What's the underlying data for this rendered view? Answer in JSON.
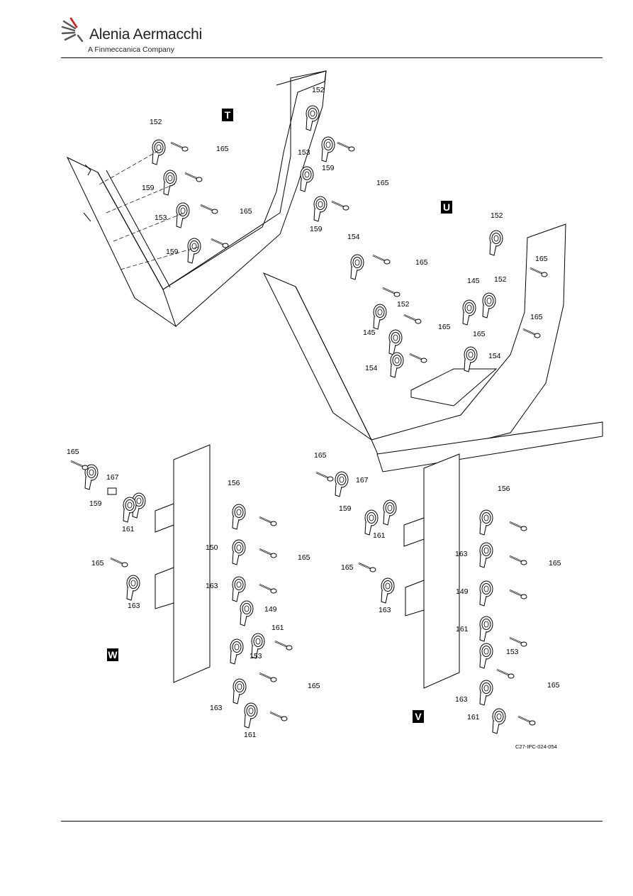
{
  "header": {
    "brand": "Alenia Aermacchi",
    "tagline": "A Finmeccanica Company",
    "logo_icon": "alenia-swirl-logo",
    "accent_color": "#d7191c"
  },
  "figure": {
    "figure_id": "C27-IPC-024-054",
    "view_labels": {
      "T": "T",
      "U": "U",
      "W": "W",
      "V": "V"
    },
    "callouts": {
      "t": [
        "152",
        "165",
        "159",
        "153",
        "165",
        "159",
        "152",
        "153",
        "159",
        "165",
        "159"
      ],
      "u": [
        "152",
        "165",
        "154",
        "165",
        "145",
        "152",
        "152",
        "165",
        "165",
        "145",
        "165",
        "154",
        "154"
      ],
      "w": [
        "165",
        "167",
        "159",
        "161",
        "165",
        "163",
        "156",
        "150",
        "165",
        "163",
        "149",
        "161",
        "153",
        "165",
        "163",
        "161"
      ],
      "v": [
        "165",
        "167",
        "159",
        "161",
        "165",
        "163",
        "156",
        "163",
        "165",
        "149",
        "161",
        "153",
        "165",
        "163",
        "161"
      ]
    }
  }
}
